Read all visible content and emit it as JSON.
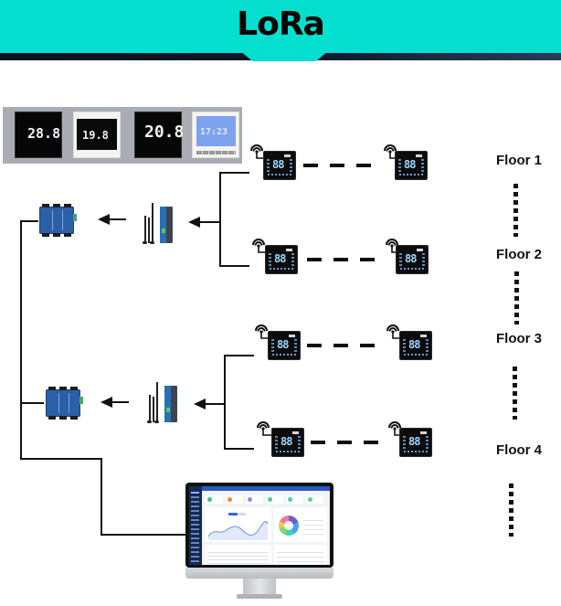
{
  "header": {
    "title": "LoRa",
    "band_color": "#04dfd0"
  },
  "product_strip": {
    "products": [
      {
        "name": "black-touch-thermostat",
        "display": "28.8"
      },
      {
        "name": "white-lcd-thermostat",
        "display": "19.8"
      },
      {
        "name": "black-large-digit-thermostat",
        "display": "20.8"
      },
      {
        "name": "blue-backlit-programmable-thermostat",
        "display": "17:23"
      }
    ]
  },
  "floors": [
    {
      "label": "Floor 1",
      "thermostat_display": "88"
    },
    {
      "label": "Floor 2",
      "thermostat_display": "88"
    },
    {
      "label": "Floor 3",
      "thermostat_display": "88"
    },
    {
      "label": "Floor 4",
      "thermostat_display": "88"
    }
  ],
  "groups": [
    {
      "name": "upper-group",
      "floors": [
        "Floor 1",
        "Floor 2"
      ],
      "router": "lora-router-antenna",
      "gateway": "serial-gateway"
    },
    {
      "name": "lower-group",
      "floors": [
        "Floor 3",
        "Floor 4"
      ],
      "router": "lora-router-antenna",
      "gateway": "serial-gateway"
    }
  ],
  "monitor": {
    "description": "management-dashboard",
    "accent": "#2b58c9",
    "sidebar_color": "#142a55"
  }
}
